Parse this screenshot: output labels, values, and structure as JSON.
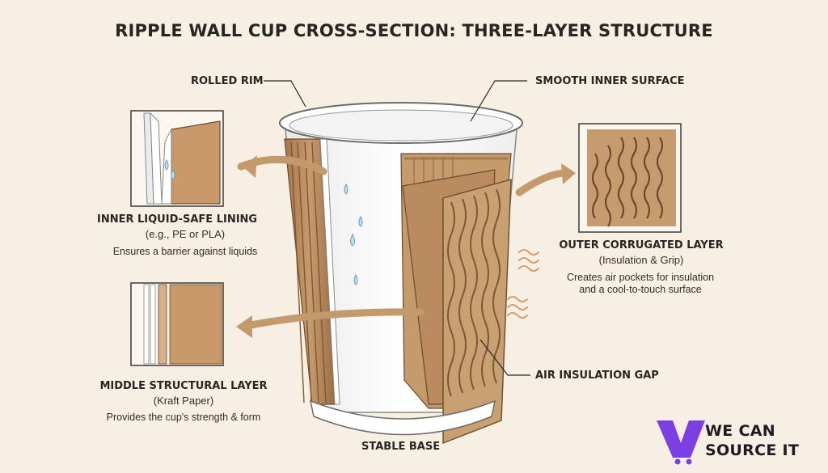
{
  "title": "RIPPLE WALL CUP CROSS-SECTION: THREE-LAYER STRUCTURE",
  "callouts": {
    "rolled_rim": "ROLLED RIM",
    "smooth_inner": "SMOOTH INNER SURFACE",
    "inner_lining": {
      "title": "INNER LIQUID-SAFE LINING",
      "subtitle": "(e.g., PE or PLA)",
      "description": "Ensures a barrier against liquids"
    },
    "outer_layer": {
      "title": "OUTER CORRUGATED LAYER",
      "subtitle": "(Insulation & Grip)",
      "description_line1": "Creates air pockets for insulation",
      "description_line2": "and a cool-to-touch surface"
    },
    "middle_layer": {
      "title": "MIDDLE STRUCTURAL LAYER",
      "subtitle": "(Kraft Paper)",
      "description": "Provides the cup's strength & form"
    },
    "air_gap": "AIR INSULATION GAP",
    "stable_base": "STABLE BASE"
  },
  "brand": {
    "line1": "WE CAN",
    "line2": "SOURCE IT",
    "icon": "wcsi-logo-icon",
    "color": "#7b3fe4"
  },
  "colors": {
    "background": "#f6efe3",
    "kraft": "#b98b5e",
    "kraft_dark": "#8a6240",
    "lining": "#ffffff",
    "arrow": "#c49a6c"
  }
}
